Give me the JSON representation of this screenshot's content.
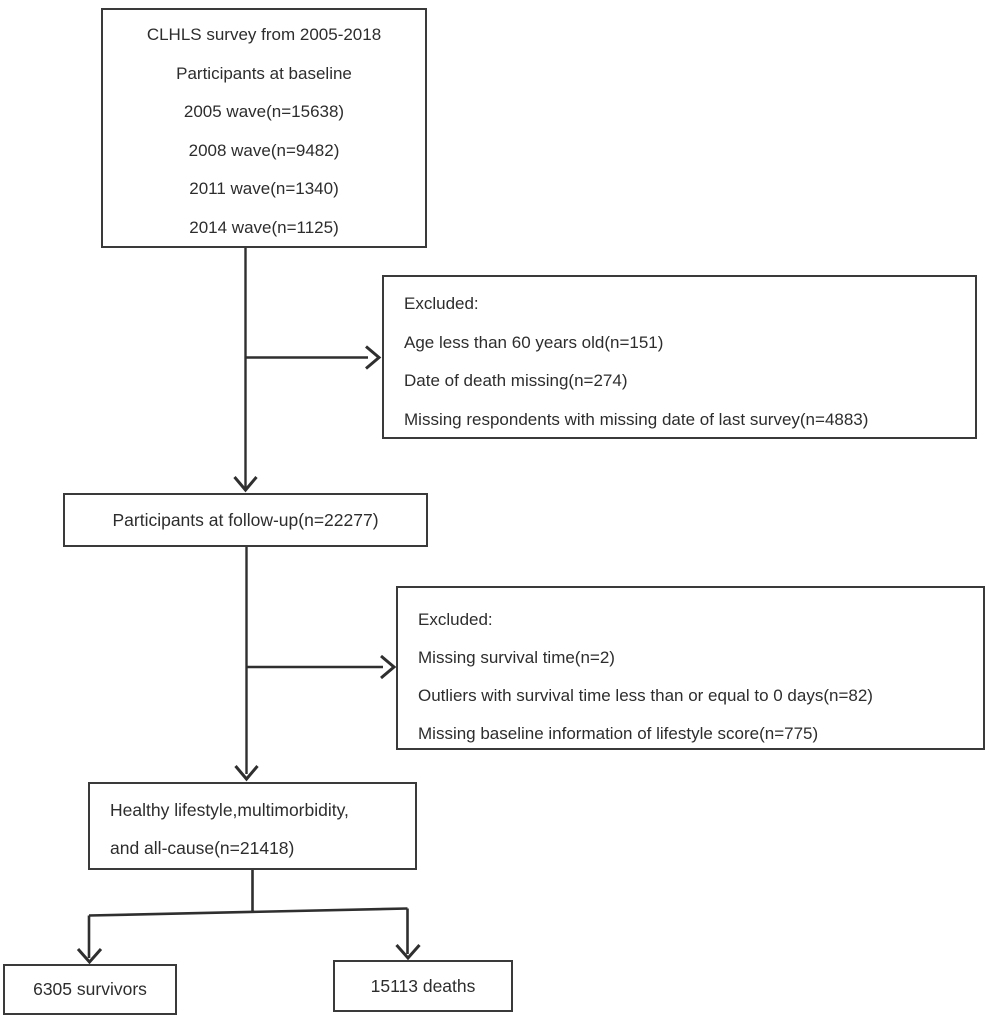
{
  "flowchart": {
    "baseline_box": {
      "lines": [
        "CLHLS survey from 2005-2018",
        "Participants at baseline",
        "2005 wave(n=15638)",
        "2008 wave(n=9482)",
        "2011 wave(n=1340)",
        "2014 wave(n=1125)"
      ]
    },
    "excluded_box_1": {
      "lines": [
        "Excluded:",
        "Age less than 60 years old(n=151)",
        "Date of death missing(n=274)",
        "Missing respondents with missing date of last survey(n=4883)"
      ]
    },
    "followup_box": {
      "label": "Participants at follow-up(n=22277)"
    },
    "excluded_box_2": {
      "lines": [
        "Excluded:",
        "Missing survival time(n=2)",
        "Outliers with survival time less than or equal to 0 days(n=82)",
        "Missing baseline information of lifestyle score(n=775)"
      ]
    },
    "analysis_box": {
      "lines": [
        "Healthy lifestyle,multimorbidity,",
        "and all-cause(n=21418)"
      ]
    },
    "survivors_box": {
      "label": "6305 survivors"
    },
    "deaths_box": {
      "label": "15113 deaths"
    },
    "colors": {
      "stroke": "#2f2f2f",
      "border": "#3a3a3a",
      "text": "#2d2d2d",
      "background": "#ffffff"
    }
  }
}
